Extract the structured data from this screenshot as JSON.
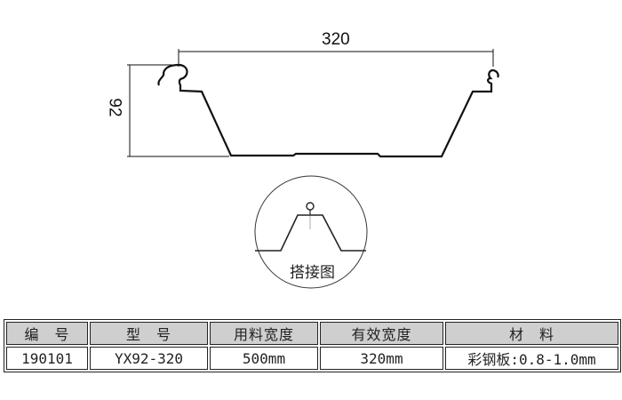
{
  "drawing": {
    "width_dimension": "320",
    "height_dimension": "92",
    "detail_label": "搭接图"
  },
  "table": {
    "headers": [
      "编　号",
      "型　号",
      "用料宽度",
      "有效宽度",
      "材　料"
    ],
    "row": [
      "190101",
      "YX92-320",
      "500mm",
      "320mm",
      "彩钢板:0.8-1.0mm"
    ]
  }
}
